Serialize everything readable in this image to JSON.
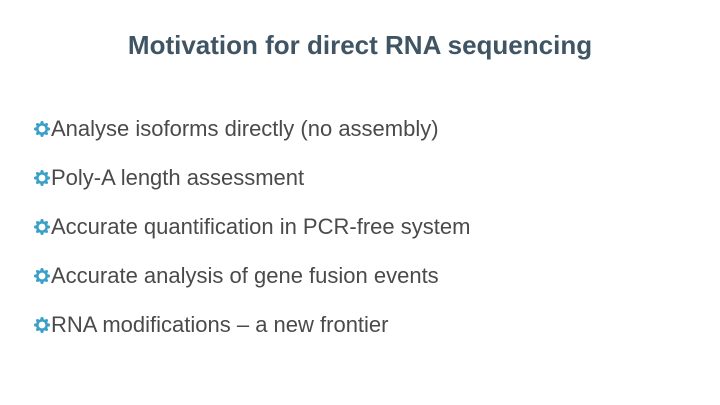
{
  "slide": {
    "title": "Motivation for direct RNA sequencing",
    "bullet_icon": "gear-bullet-icon",
    "accent_color": "#3aa0c8",
    "title_color": "#3f5564",
    "bullets": [
      {
        "text": "Analyse isoforms directly (no assembly)"
      },
      {
        "text": "Poly-A length assessment"
      },
      {
        "text": "Accurate quantification in PCR-free system"
      },
      {
        "text": "Accurate analysis of gene fusion events"
      },
      {
        "text": "RNA modifications – a new frontier"
      }
    ]
  }
}
